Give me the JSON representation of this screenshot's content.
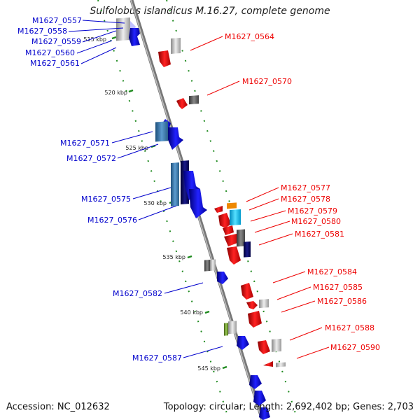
{
  "title": "Sulfolobus islandicus M.16.27, complete genome",
  "footer": {
    "accession": "Accession: NC_012632",
    "summary": "Topology: circular; Length: 2,692,402 bp; Genes: 2,703"
  },
  "scale_labels": [
    "515 kbp",
    "520 kbp",
    "525 kbp",
    "530 kbp",
    "535 kbp",
    "540 kbp",
    "545 kbp"
  ],
  "colors": {
    "forward_strand": "#0000ee",
    "reverse_strand": "#ee0000",
    "backbone": "#8a8a8a",
    "tick": "#1f8a1f"
  },
  "left_labels": [
    "M1627_0557",
    "M1627_0558",
    "M1627_0559",
    "M1627_0560",
    "M1627_0561",
    "M1627_0571",
    "M1627_0572",
    "M1627_0575",
    "M1627_0576",
    "M1627_0582",
    "M1627_0587"
  ],
  "right_labels": [
    "M1627_0564",
    "M1627_0570",
    "M1627_0577",
    "M1627_0578",
    "M1627_0579",
    "M1627_0580",
    "M1627_0581",
    "M1627_0584",
    "M1627_0585",
    "M1627_0586",
    "M1627_0588",
    "M1627_0590"
  ]
}
